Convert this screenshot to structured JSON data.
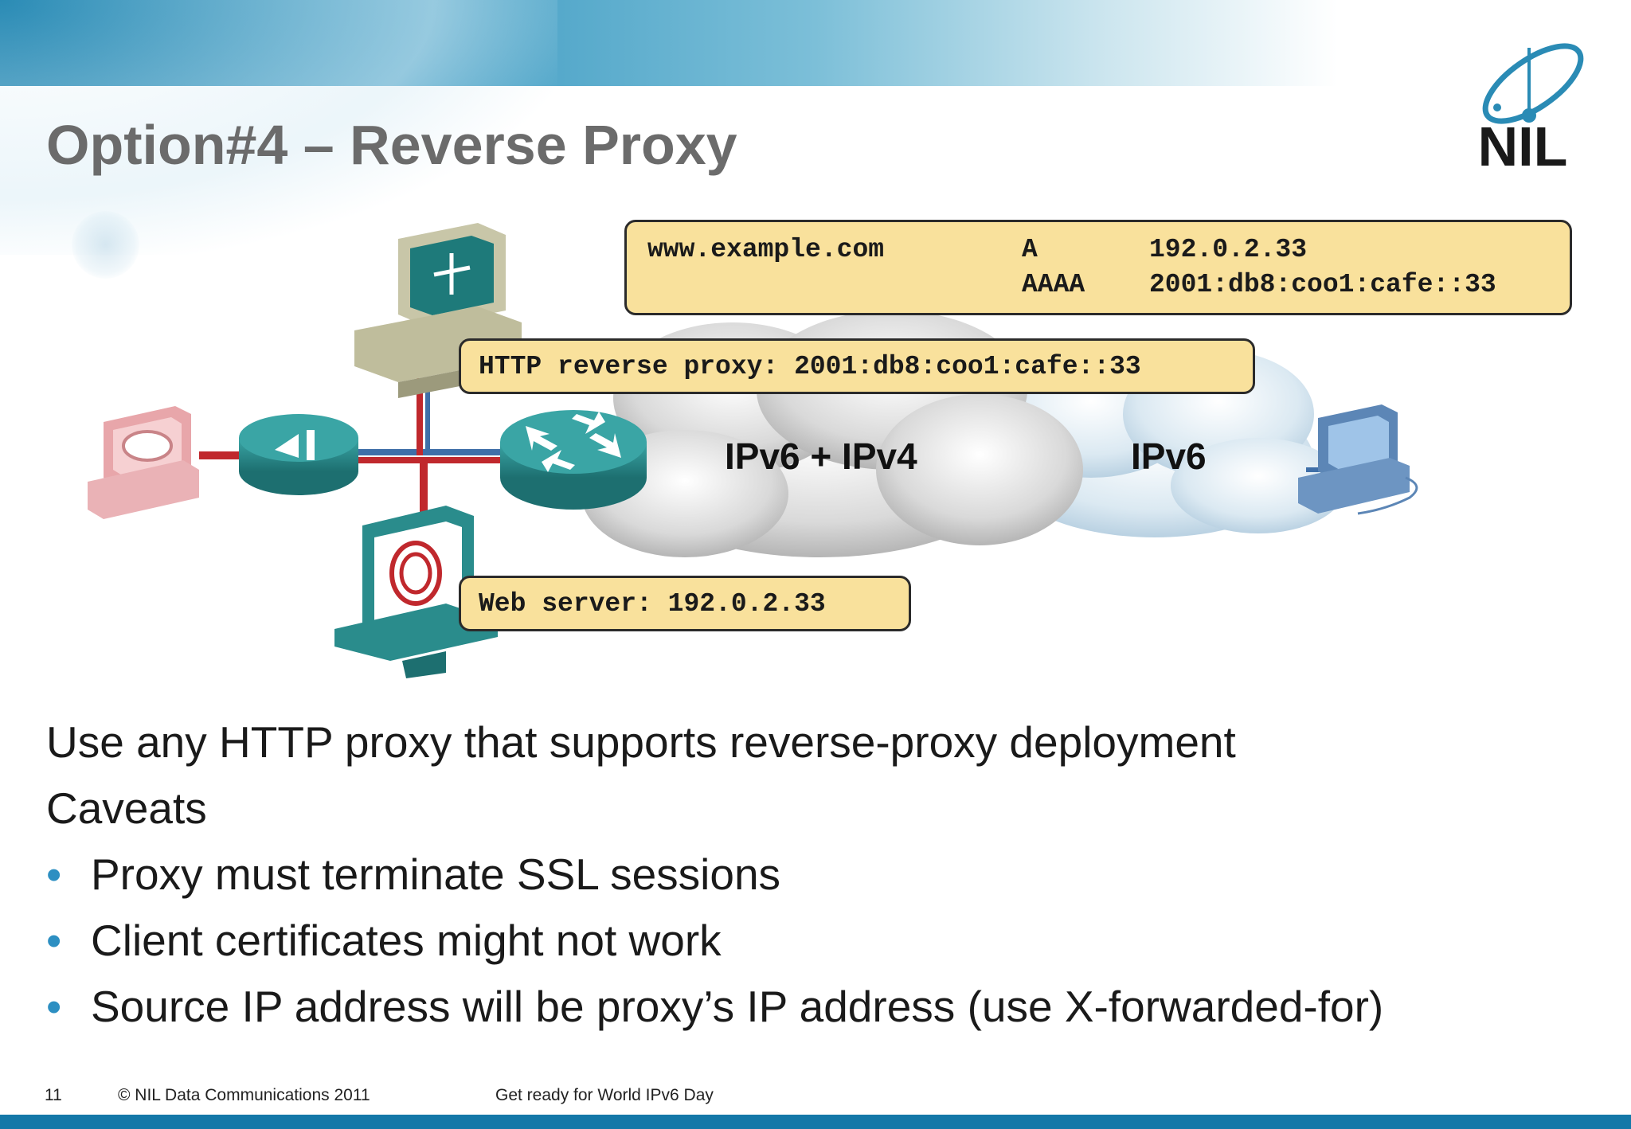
{
  "slide": {
    "title": "Option#4 – Reverse Proxy",
    "logo_text": "NIL"
  },
  "diagram": {
    "dns_record": {
      "host": "www.example.com",
      "rows": [
        {
          "type": "A",
          "address": "192.0.2.33"
        },
        {
          "type": "AAAA",
          "address": "2001:db8:coo1:cafe::33"
        }
      ]
    },
    "proxy_label": "HTTP reverse proxy: 2001:db8:coo1:cafe::33",
    "web_server_label": "Web server: 192.0.2.33",
    "clouds": {
      "dual_stack": "IPv6 + IPv4",
      "ipv6_only": "IPv6"
    }
  },
  "body": {
    "lines": [
      "Use any HTTP proxy that supports reverse-proxy deployment",
      "Caveats"
    ],
    "bullets": [
      "Proxy must terminate SSL sessions",
      "Client certificates might not work",
      "Source IP address will be proxy’s IP address (use X-forwarded-for)"
    ],
    "bullet_glyph": "•"
  },
  "footer": {
    "page_number": "11",
    "copyright": "© NIL Data Communications 2011",
    "tagline": "Get ready for World IPv6 Day"
  },
  "colors": {
    "accent_blue": "#2d8fc2",
    "callout_fill": "#f9e19c",
    "link_red": "#c0282d",
    "link_blue": "#3f6fa8",
    "device_teal": "#2a8c8c",
    "title_gray": "#6b6b6b"
  }
}
